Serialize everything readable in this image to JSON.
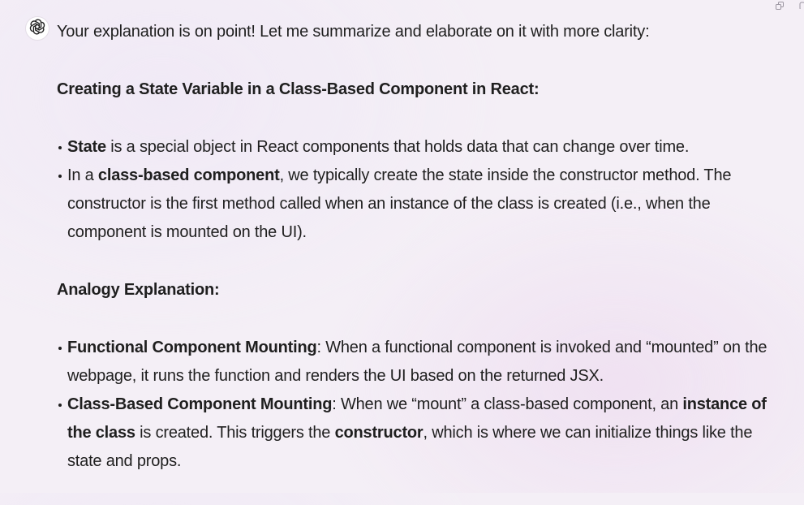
{
  "assistant": {
    "avatar_icon": "openai-logo-icon",
    "copy_icon": "copy-icon"
  },
  "message": {
    "intro": "Your explanation is on point! Let me summarize and elaborate on it with more clarity:",
    "heading1": "Creating a State Variable in a Class-Based Component in React:",
    "list1": [
      {
        "bold": "State",
        "text": " is a special object in React components that holds data that can change over time."
      },
      {
        "pre": "In a ",
        "bold": "class-based component",
        "text": ", we typically create the state inside the constructor method. The constructor is the first method called when an instance of the class is created (i.e., when the component is mounted on the UI)."
      }
    ],
    "heading2": "Analogy Explanation:",
    "list2": [
      {
        "bold": "Functional Component Mounting",
        "text": ": When a functional component is invoked and “mounted” on the webpage, it runs the function and renders the UI based on the returned JSX."
      },
      {
        "bold": "Class-Based Component Mounting",
        "text": ": When we “mount” a class-based component, an ",
        "bold2": "instance of the class",
        "text2": " is created. This triggers the ",
        "bold3": "constructor",
        "text3": ", which is where we can initialize things like the state and props."
      }
    ]
  }
}
